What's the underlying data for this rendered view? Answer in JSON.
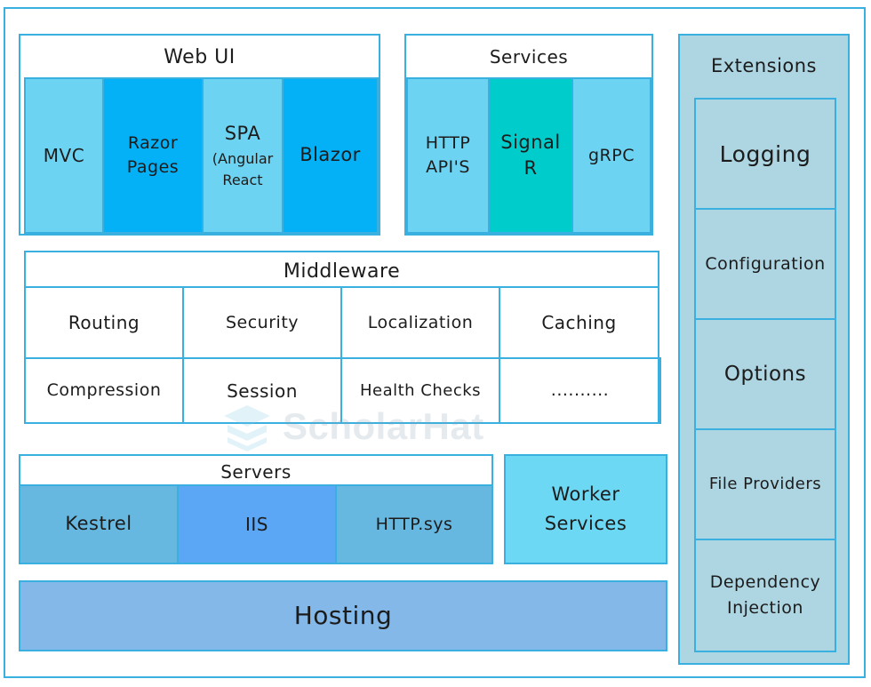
{
  "web_ui": {
    "title": "Web UI",
    "items": [
      {
        "line1": "MVC",
        "line2": ""
      },
      {
        "line1": "Razor",
        "line2": "Pages"
      },
      {
        "line1": "SPA",
        "line2": "(Angular",
        "line3": "React"
      },
      {
        "line1": "Blazor",
        "line2": ""
      }
    ]
  },
  "services": {
    "title": "Services",
    "items": [
      {
        "line1": "HTTP",
        "line2": "API'S"
      },
      {
        "line1": "Signal",
        "line2": "R"
      },
      {
        "line1": "gRPC",
        "line2": ""
      }
    ]
  },
  "extensions": {
    "title": "Extensions",
    "items": [
      {
        "line1": "Logging",
        "line2": ""
      },
      {
        "line1": "Configuration",
        "line2": ""
      },
      {
        "line1": "Options",
        "line2": ""
      },
      {
        "line1": "File Providers",
        "line2": ""
      },
      {
        "line1": "Dependency",
        "line2": "Injection"
      }
    ]
  },
  "middleware": {
    "title": "Middleware",
    "items": [
      "Routing",
      "Security",
      "Localization",
      "Caching",
      "Compression",
      "Session",
      "Health Checks",
      ".........."
    ]
  },
  "servers": {
    "title": "Servers",
    "items": [
      "Kestrel",
      "IIS",
      "HTTP.sys"
    ]
  },
  "worker_services": {
    "line1": "Worker",
    "line2": "Services"
  },
  "hosting": {
    "label": "Hosting"
  },
  "watermark": {
    "text": "ScholarHat"
  },
  "colors": {
    "border": "#3ab0e0",
    "light_cyan": "#6cd3f2",
    "bright_blue": "#04b0f6",
    "teal": "#00cccc",
    "server_blue": "#67b8e0",
    "iis_blue": "#5ba7f5",
    "hosting_blue": "#83b8e8",
    "extension_panel": "#add5e2"
  }
}
